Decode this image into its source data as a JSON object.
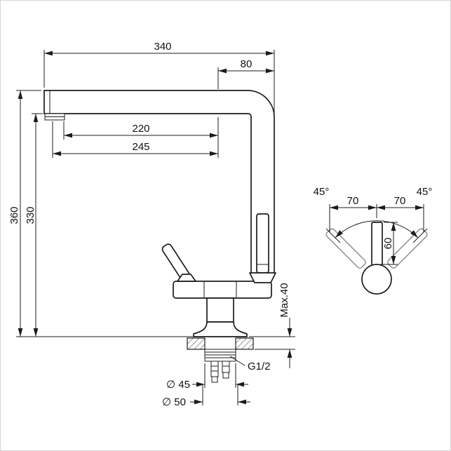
{
  "drawing": {
    "bg": "#ffffff",
    "stroke": "#1c1c1c",
    "ghost_handle_color": "#8f8f8f",
    "labels": {
      "width_total": "340",
      "offset_right": "80",
      "reach_inner": "220",
      "reach_outer": "245",
      "height_total": "360",
      "height_spout": "330",
      "max_thickness": "Max.40",
      "thread": "G1/2",
      "dia_45": "∅ 45",
      "dia_50": "∅ 50"
    },
    "detail": {
      "angle_left": "45°",
      "angle_right": "45°",
      "swing_left": "70",
      "swing_right": "70",
      "lever_len": "60"
    }
  }
}
